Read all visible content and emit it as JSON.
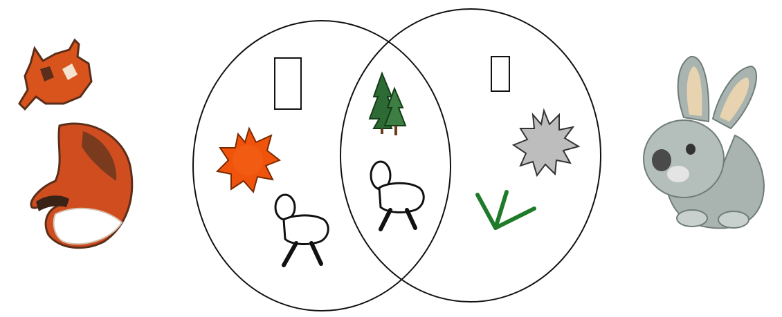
{
  "diagram": {
    "type": "venn",
    "sets": [
      {
        "name": "left-set",
        "outside_figure": "fox-icon",
        "label_box": "empty-rectangle",
        "items": [
          "orange-sun-icon",
          "animal-figure-icon"
        ]
      },
      {
        "name": "right-set",
        "outside_figure": "rabbit-icon",
        "label_box": "empty-rectangle",
        "items": [
          "gray-spiky-sun-icon",
          "green-tick-icon"
        ]
      }
    ],
    "intersection_items": [
      "fir-tree-icon",
      "animal-figure-icon"
    ]
  },
  "colors": {
    "outline": "#111111",
    "sun_orange": "#f0530c",
    "sun_gray": "#bdbdbd",
    "tree_green": "#2e6b34",
    "tick_green": "#1f7a2a",
    "fox_orange": "#d9531c",
    "fox_dark": "#5a2e1a",
    "rabbit_gray": "#a9b4b0",
    "rabbit_ear": "#e8d3b0"
  }
}
